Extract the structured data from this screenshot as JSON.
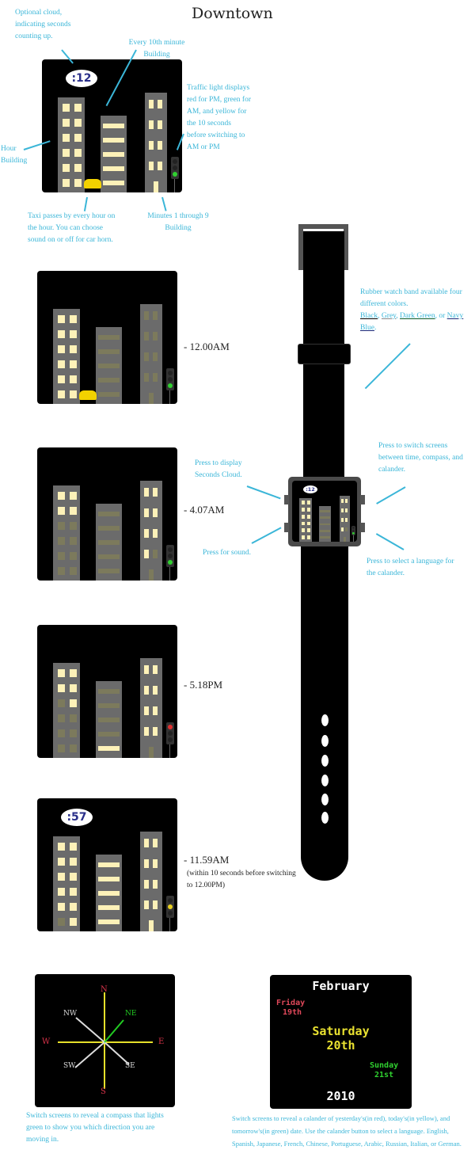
{
  "title": "Downtown",
  "annotations": {
    "cloud": "Optional cloud, indicating seconds counting up.",
    "tenth_minute": "Every 10th minute Building",
    "traffic_light": "Traffic light displays red for PM, green for AM, and yellow for the 10 seconds before switching to AM or PM",
    "hour": "Hour Building",
    "taxi": "Taxi passes by every hour on the hour. You can choose sound on or off for car horn.",
    "minutes": "Minutes 1 through 9 Building",
    "band_intro": "Rubber watch band available four different colors.",
    "band_colors": [
      "Black",
      "Grey",
      "Dark Green",
      "Navy Blue"
    ],
    "band_sep": [
      ", ",
      ", ",
      ", or ",
      "."
    ],
    "display_seconds": "Press to display Seconds Cloud.",
    "sound": "Press for sound.",
    "switch_screens": "Press to switch screens between time, compass, and calander.",
    "language": "Press to select a language for the calander.",
    "compass_caption": "Switch screens to reveal a compass that lights green to show you which direction you are moving in.",
    "calendar_caption": "Switch screens to reveal a calander of yesterday's(in red), today's(in yellow), and tomorrow's(in green) date. Use the calander button to select a language. English, Spanish, Japanese, French, Chinese, Portuguese, Arabic, Russian, Italian, or German."
  },
  "scenes": [
    {
      "label": "",
      "cloud": ":12",
      "hours": 12,
      "tens": 5,
      "minutes": 9,
      "light": "green",
      "taxi": true
    },
    {
      "label": "- 12.00AM",
      "cloud": null,
      "hours": 12,
      "tens": 0,
      "minutes": 0,
      "light": "green",
      "taxi": true
    },
    {
      "label": "- 4.07AM",
      "cloud": null,
      "hours": 4,
      "tens": 0,
      "minutes": 7,
      "light": "green",
      "taxi": false
    },
    {
      "label": "- 5.18PM",
      "cloud": null,
      "hours": 5,
      "tens": 1,
      "minutes": 8,
      "light": "red",
      "taxi": false
    },
    {
      "label": "- 11.59AM",
      "note": "(within 10 seconds before switching to 12.00PM)",
      "cloud": ":57",
      "hours": 11,
      "tens": 5,
      "minutes": 9,
      "light": "yellow",
      "taxi": false
    }
  ],
  "watch_face": {
    "cloud": ":12"
  },
  "compass": {
    "labels": {
      "N": "N",
      "S": "S",
      "E": "E",
      "W": "W",
      "NE": "NE",
      "NW": "NW",
      "SE": "SE",
      "SW": "SW"
    },
    "active": "NE",
    "colors": {
      "cardinal": "#d9334a",
      "active": "#22cc22",
      "inactive": "#dddddd",
      "axis": "#e6e02a"
    }
  },
  "calendar": {
    "month": "February",
    "yesterday_day": "Friday",
    "yesterday_date": "19th",
    "today_day": "Saturday",
    "today_date": "20th",
    "tomorrow_day": "Sunday",
    "tomorrow_date": "21st",
    "year": "2010",
    "colors": {
      "yesterday": "#e0485a",
      "today": "#e8e030",
      "tomorrow": "#30d030"
    }
  }
}
